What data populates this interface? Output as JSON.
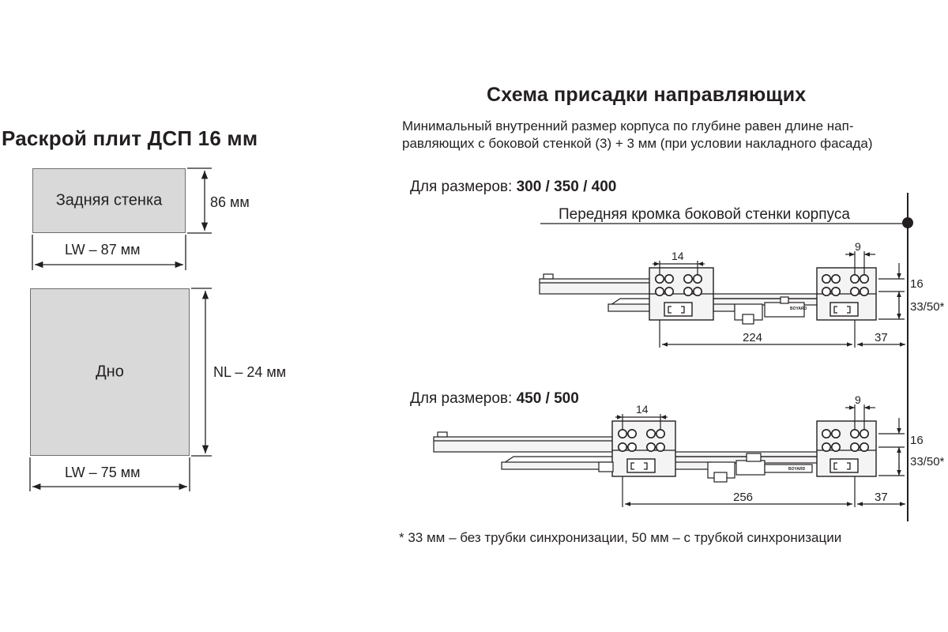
{
  "left": {
    "title": "Раскрой плит ДСП 16 мм",
    "back_panel": {
      "label": "Задняя стенка",
      "height": "86 мм",
      "width": "LW – 87 мм"
    },
    "bottom_panel": {
      "label": "Дно",
      "height": "NL – 24 мм",
      "width": "LW – 75 мм"
    }
  },
  "right": {
    "title": "Схема присадки направляющих",
    "description_line1": "Минимальный внутренний размер корпуса по глубине равен длине нап-",
    "description_line2": "равляющих с боковой стенкой (3) + 3 мм (при условии накладного фасада)",
    "front_edge_label": "Передняя кромка боковой стенки корпуса",
    "diagrams": [
      {
        "sizes_prefix": "Для размеров: ",
        "sizes": "300 / 350 / 400",
        "dim_hole_spacing": "14",
        "dim_right_spacing": "9",
        "dim_vertical_top": "16",
        "dim_vertical_bottom": "33/50*",
        "dim_length": "224",
        "dim_offset": "37",
        "brand": "BOYARD"
      },
      {
        "sizes_prefix": "Для размеров: ",
        "sizes": "450 / 500",
        "dim_hole_spacing": "14",
        "dim_right_spacing": "9",
        "dim_vertical_top": "16",
        "dim_vertical_bottom": "33/50*",
        "dim_length": "256",
        "dim_offset": "37",
        "brand": "BOYARD"
      }
    ],
    "footnote": "* 33 мм – без трубки синхронизации, 50 мм – с трубкой синхронизации"
  }
}
